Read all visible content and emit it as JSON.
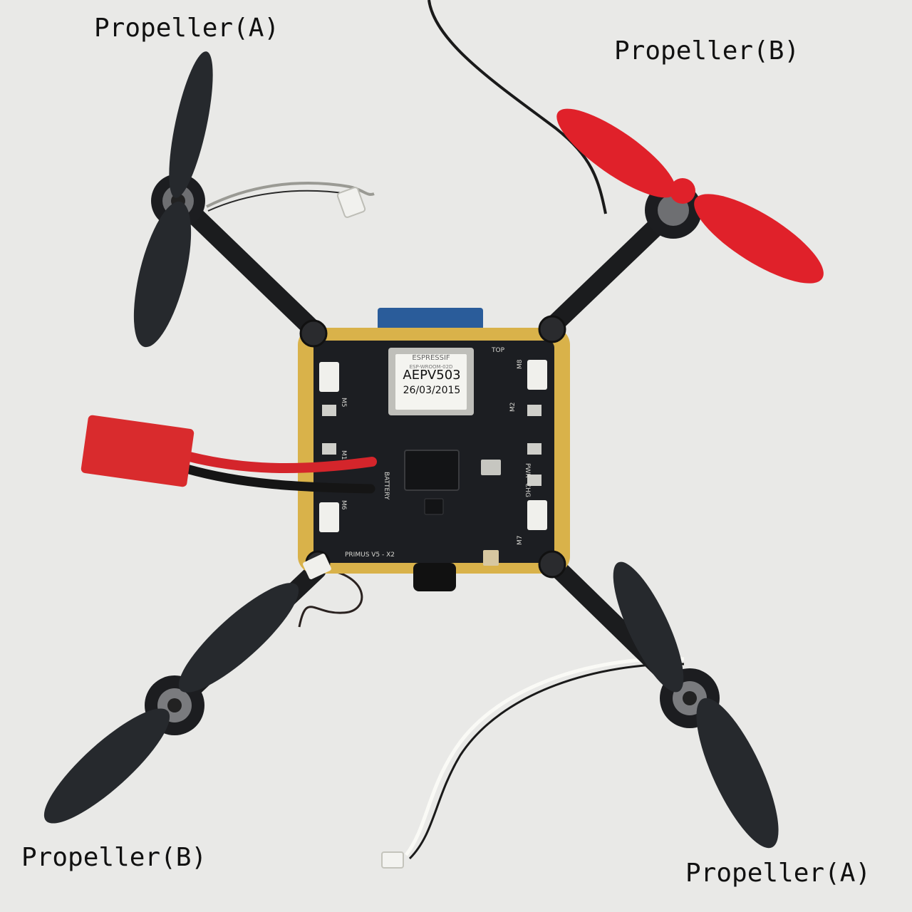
{
  "labels": {
    "top_left": "Propeller(A)",
    "top_right": "Propeller(B)",
    "bottom_left": "Propeller(B)",
    "bottom_right": "Propeller(A)"
  },
  "module": {
    "brand": "ESPRESSIF",
    "model": "ESP-WROOM-02D",
    "sticker_code": "AEPV503",
    "sticker_date": "26/03/2015"
  },
  "board": {
    "name": "PRIMUS V5 - X2",
    "top_marker": "TOP",
    "battery": "BATTERY",
    "pwr": "PWR",
    "chg": "CHG",
    "ports": [
      "M1",
      "M2",
      "M5",
      "M6",
      "M7",
      "M8"
    ]
  },
  "colors": {
    "background": "#e9e9e7",
    "propeller_dark": "#26292d",
    "propeller_red": "#e0212a",
    "pcb": "#1c1e22",
    "gold": "#d9b24a",
    "antenna": "#2a5c9a"
  }
}
